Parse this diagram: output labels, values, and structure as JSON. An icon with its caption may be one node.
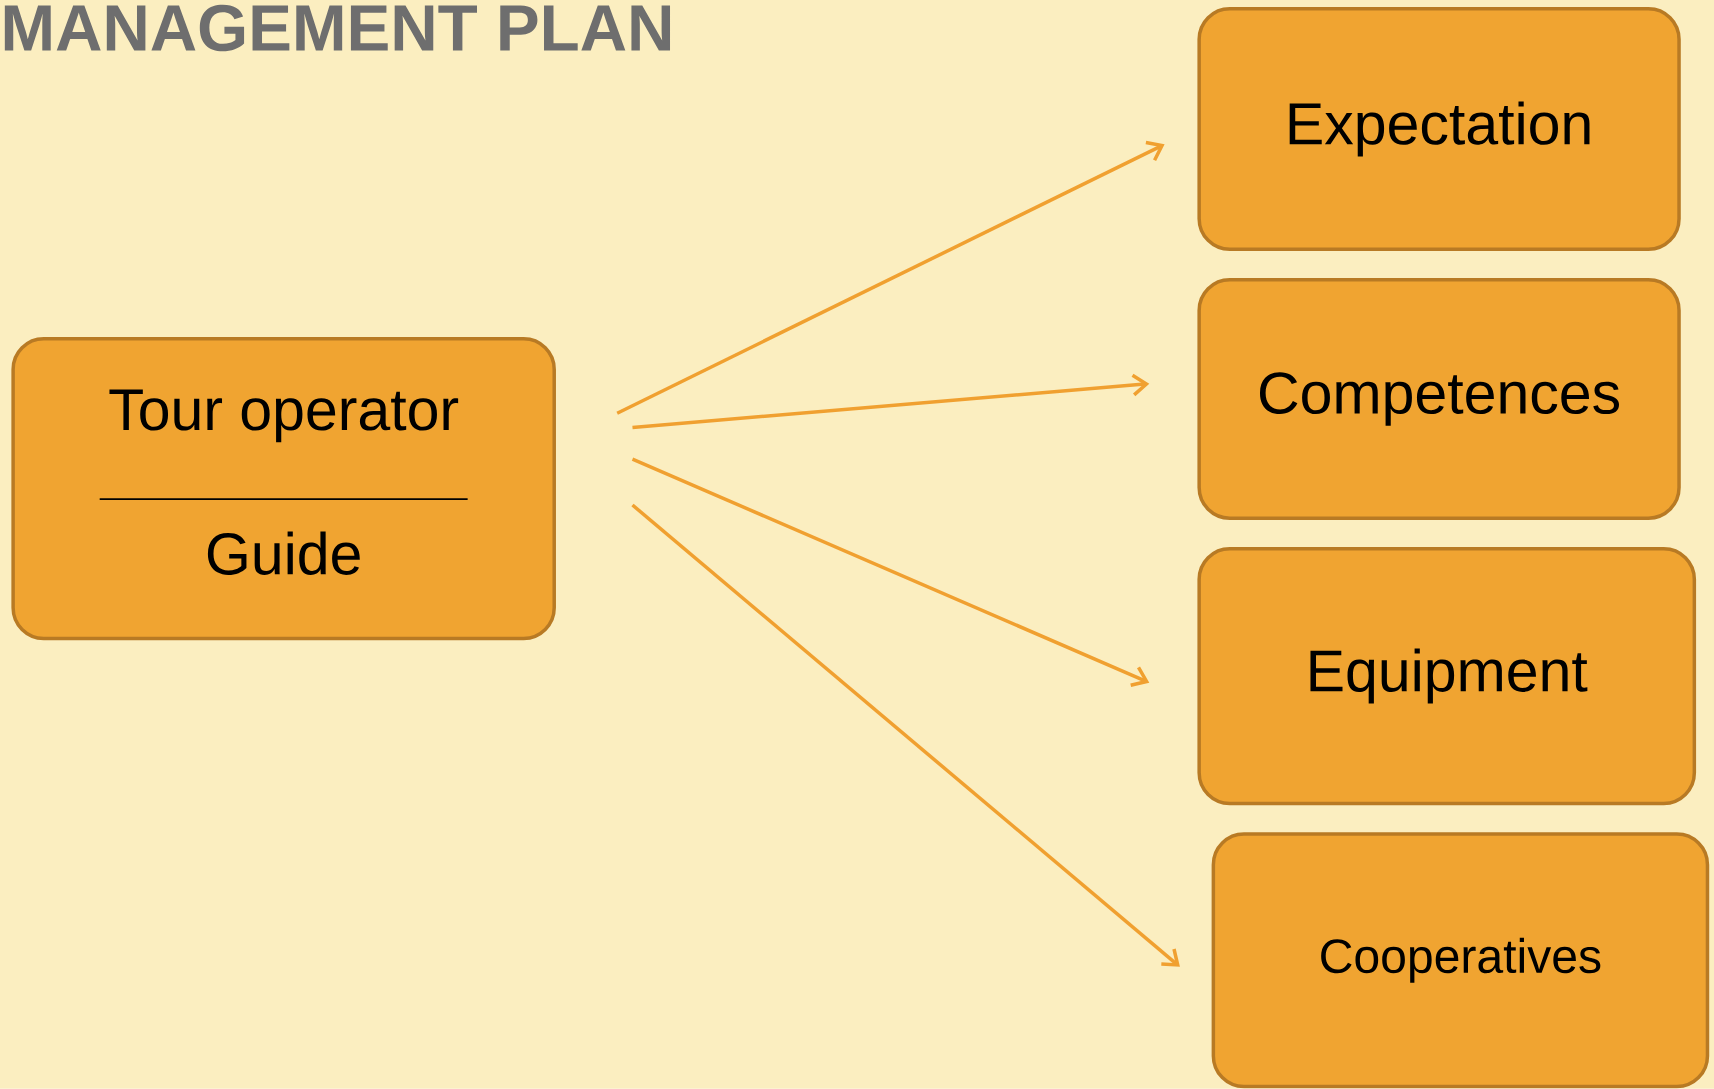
{
  "diagram": {
    "title": "MANAGEMENT PLAN",
    "nodes": [
      {
        "text": [
          "Tour operator",
          "Guide"
        ]
      },
      {
        "text": [
          "Expectation"
        ]
      },
      {
        "text": [
          "Competences"
        ]
      },
      {
        "text": [
          "Equipment"
        ]
      },
      {
        "text": [
          "Cooperatives"
        ]
      }
    ],
    "edges": [
      {
        "from": 0,
        "to": 1,
        "arrow": "to"
      },
      {
        "from": 0,
        "to": 2,
        "arrow": "to"
      },
      {
        "from": 0,
        "to": 3,
        "arrow": "to"
      },
      {
        "from": 0,
        "to": 4,
        "arrow": "to"
      }
    ]
  }
}
